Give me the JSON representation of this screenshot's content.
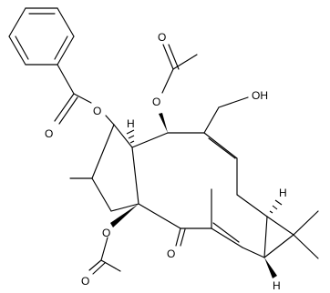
{
  "structure": {
    "labels": {
      "o_benzoyl_carbonyl": "O",
      "o_benzoyl_ester": "O",
      "o_top_acetyl_ester": "O",
      "o_top_acetyl_carbonyl": "O",
      "o_hydroxyl": "OH",
      "o_ring_acetyl_ester": "O",
      "o_ring_acetyl_carbonyl": "O",
      "o_ketone": "O",
      "h_ring_junction": "H",
      "h_cyclopropane_top": "H",
      "h_cyclopropane_bottom": "H"
    }
  }
}
